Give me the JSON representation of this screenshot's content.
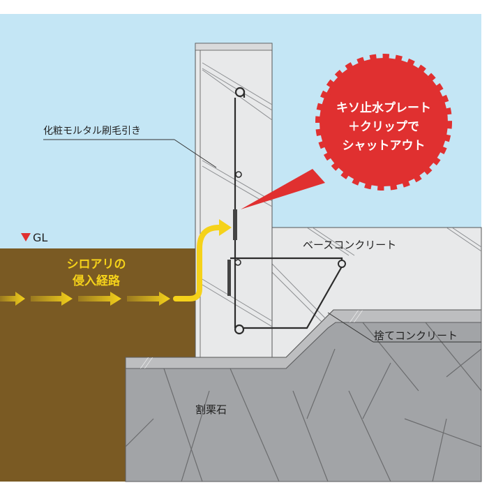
{
  "labels": {
    "finish": "化粧モルタル刷毛引き",
    "gl": "GL",
    "termite_route_line1": "シロアリの",
    "termite_route_line2": "侵入経路",
    "base_concrete": "ベースコンクリート",
    "lean_concrete": "捨てコンクリート",
    "crushed_stone": "割栗石"
  },
  "callout": {
    "line1": "キソ止水プレート",
    "line2": "＋クリップで",
    "line3": "シャットアウト"
  },
  "colors": {
    "sky": "#c4e6f5",
    "soil": "#7a5a23",
    "concrete": "#e8e9ea",
    "lean_concrete": "#bdbec0",
    "crushed_stone": "#a2a4a7",
    "route_arrow": "#f5d21a",
    "callout_red": "#e03030",
    "rebar": "#2b2b2b"
  }
}
